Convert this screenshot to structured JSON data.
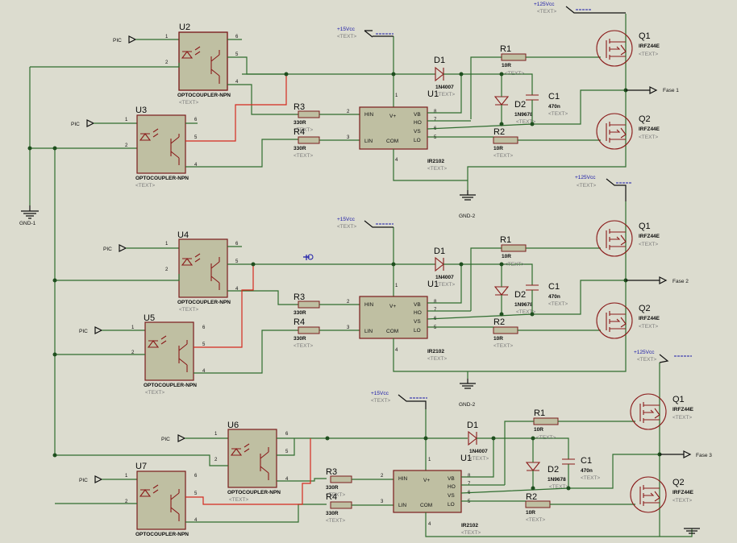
{
  "labels": {
    "opto": "OPTOCOUPLER-NPN",
    "text": "<TEXT>",
    "pic": "PIC",
    "ic": "IR2102",
    "res_small": "330R",
    "res_gate": "10R",
    "diode_boot": "1N4007",
    "diode_gate": "1N9678",
    "cap": "470n",
    "mosfet": "IRFZ44E",
    "vcc15": "+15Vcc",
    "vcc125": "+125Vcc",
    "gnd1": "GND-1",
    "gnd2": "GND-2",
    "ic_ref": "U1",
    "hin": "HIN",
    "lin": "LIN",
    "vplus": "V+",
    "com": "COM",
    "vb": "VB",
    "ho": "HO",
    "vs": "VS",
    "lo": "LO"
  },
  "refs": {
    "r1": "R1",
    "r2": "R2",
    "r3": "R3",
    "r4": "R4",
    "d1": "D1",
    "d2": "D2",
    "c1": "C1",
    "q1": "Q1",
    "q2": "Q2"
  },
  "stages": [
    {
      "optoA": "U2",
      "optoB": "U3",
      "output": "Fase 1"
    },
    {
      "optoA": "U4",
      "optoB": "U5",
      "output": "Fase 2"
    },
    {
      "optoA": "U6",
      "optoB": "U7",
      "output": "Fase 3"
    }
  ],
  "pins": {
    "opto_a": "1",
    "opto_k": "2",
    "opto_c": "5",
    "opto_e": "4",
    "opto_b": "6",
    "hin": "2",
    "lin": "3",
    "vcc": "1",
    "com": "4",
    "vb": "8",
    "ho": "7",
    "vs": "6",
    "lo": "5"
  }
}
